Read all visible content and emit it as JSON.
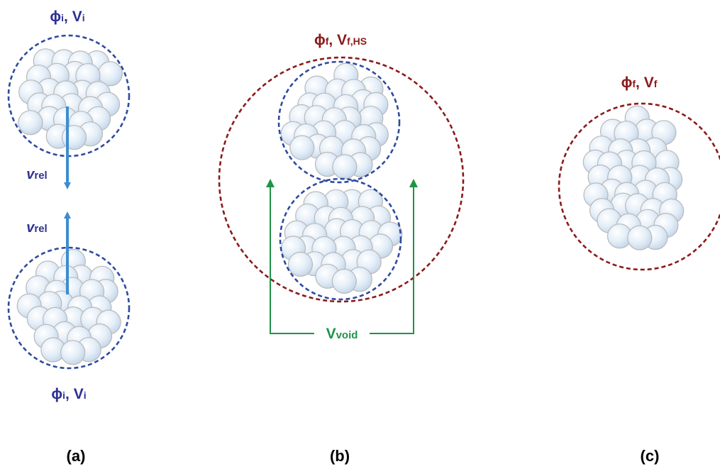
{
  "panel_a": {
    "top_label": {
      "phi": "ϕ",
      "phi_sub": "i",
      "sep": ", ",
      "v": "V",
      "v_sub": "i"
    },
    "bottom_label": {
      "phi": "ϕ",
      "phi_sub": "i",
      "sep": ", ",
      "v": "V",
      "v_sub": "i"
    },
    "vrel_top": {
      "v": "v",
      "sub": "rel"
    },
    "vrel_bottom": {
      "v": "v",
      "sub": "rel"
    },
    "caption": "(a)"
  },
  "panel_b": {
    "label": {
      "phi": "ϕ",
      "phi_sub": "f",
      "sep": ", ",
      "v": "V",
      "v_sub": "f,HS"
    },
    "void_label": {
      "v": "V",
      "sub": "void"
    },
    "caption": "(b)"
  },
  "panel_c": {
    "label": {
      "phi": "ϕ",
      "phi_sub": "f",
      "sep": ", ",
      "v": "V",
      "v_sub": "f"
    },
    "caption": "(c)"
  },
  "colors": {
    "blue_dashed": "#2e4a9e",
    "red_dashed": "#8b1a1a",
    "arrow_blue": "#3c8dd0",
    "green": "#1e9446",
    "label_blue": "#2e3192"
  }
}
